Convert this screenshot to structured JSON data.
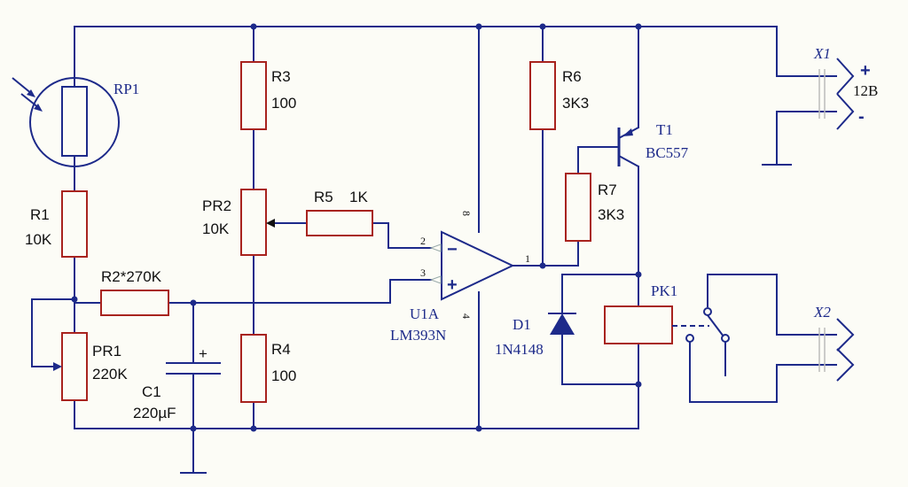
{
  "components": {
    "rp1": {
      "ref": "RP1"
    },
    "r1": {
      "ref": "R1",
      "value": "10K"
    },
    "r2": {
      "label": "R2*270K"
    },
    "pr1": {
      "ref": "PR1",
      "value": "220K"
    },
    "c1": {
      "ref": "C1",
      "value": "220µF",
      "polarity": "+"
    },
    "r3": {
      "ref": "R3",
      "value": "100"
    },
    "pr2": {
      "ref": "PR2",
      "value": "10K"
    },
    "r4": {
      "ref": "R4",
      "value": "100"
    },
    "r5": {
      "ref": "R5",
      "value": "1K"
    },
    "u1a": {
      "ref": "U1A",
      "part": "LM393N",
      "pins": {
        "p1": "1",
        "p2": "2",
        "p3": "3",
        "p4": "4",
        "p8": "8"
      },
      "inv": "−",
      "noninv": "+"
    },
    "r6": {
      "ref": "R6",
      "value": "3K3"
    },
    "r7": {
      "ref": "R7",
      "value": "3K3"
    },
    "t1": {
      "ref": "T1",
      "part": "BC557"
    },
    "d1": {
      "ref": "D1",
      "part": "1N4148"
    },
    "pk1": {
      "ref": "PK1"
    },
    "x1": {
      "ref": "X1",
      "plus": "+",
      "voltage": "12В",
      "minus": "-"
    },
    "x2": {
      "ref": "X2"
    }
  }
}
